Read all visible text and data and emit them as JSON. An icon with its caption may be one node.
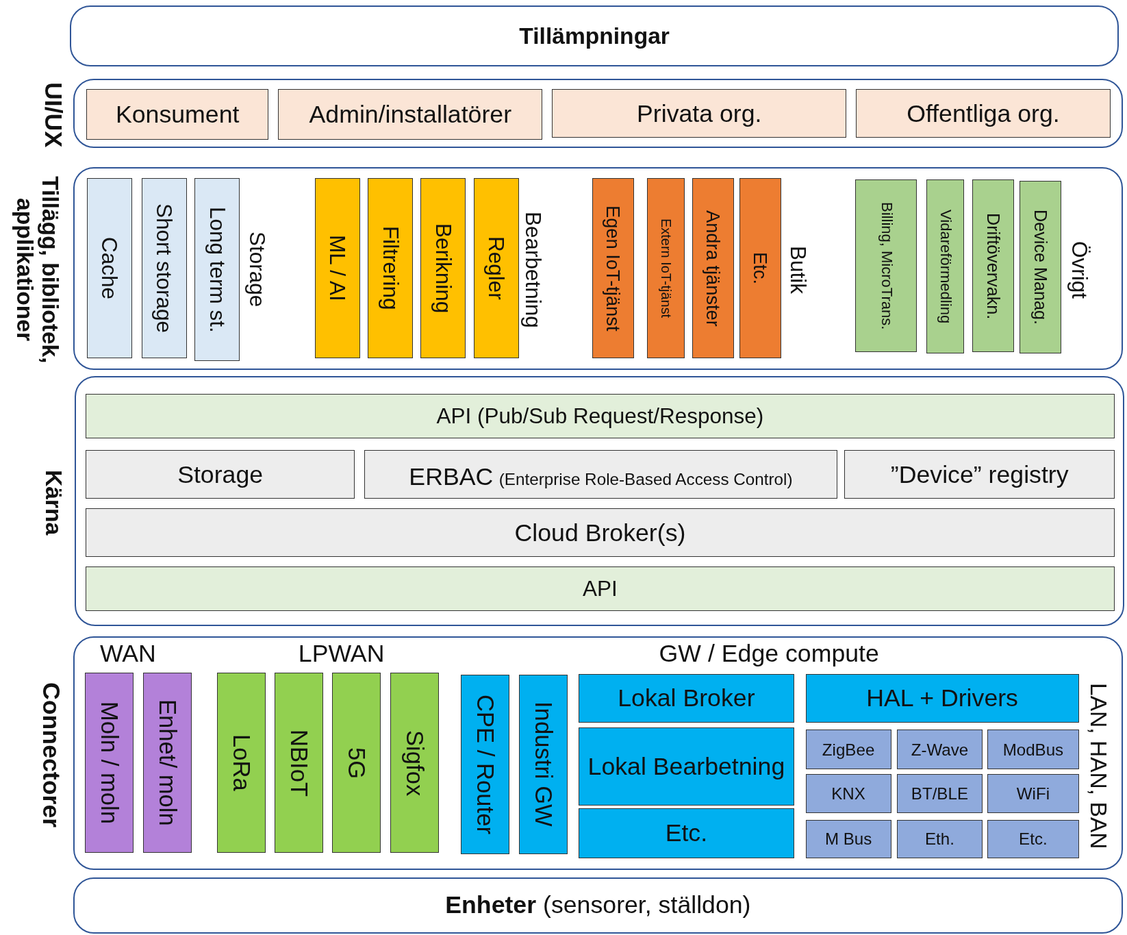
{
  "diagram": {
    "nodes": [
      {
        "text": [
          "Tillämpningar"
        ]
      },
      {
        "text": [
          "UI/UX"
        ]
      },
      {
        "text": [
          "Konsument"
        ],
        "in": 1
      },
      {
        "text": [
          "Admin/installatörer"
        ],
        "in": 1
      },
      {
        "text": [
          "Privata org."
        ],
        "in": 1
      },
      {
        "text": [
          "Offentliga org."
        ],
        "in": 1
      },
      {
        "text": [
          "Tillägg, bibliotek, applikationer"
        ]
      },
      {
        "text": [
          "Cache"
        ],
        "in": 6
      },
      {
        "text": [
          "Short storage"
        ],
        "in": 6
      },
      {
        "text": [
          "Long term st."
        ],
        "in": 6
      },
      {
        "text": [
          "ML / AI"
        ],
        "in": 6
      },
      {
        "text": [
          "Filtrering"
        ],
        "in": 6
      },
      {
        "text": [
          "Berikning"
        ],
        "in": 6
      },
      {
        "text": [
          "Regler"
        ],
        "in": 6
      },
      {
        "text": [
          "Egen IoT-tjänst"
        ],
        "in": 6
      },
      {
        "text": [
          "Extern IoT-tjänst"
        ],
        "in": 6
      },
      {
        "text": [
          "Andra tjänster"
        ],
        "in": 6
      },
      {
        "text": [
          "Etc."
        ],
        "in": 6
      },
      {
        "text": [
          "Billing, MicroTrans."
        ],
        "in": 6
      },
      {
        "text": [
          "Vidareförmedling"
        ],
        "in": 6
      },
      {
        "text": [
          "Driftövervakn."
        ],
        "in": 6
      },
      {
        "text": [
          "Device Manag."
        ],
        "in": 6
      },
      {
        "text": [
          "Kärna"
        ]
      },
      {
        "text": [
          "API (Pub/Sub Request/Response)"
        ],
        "in": 22
      },
      {
        "text": [
          "Storage"
        ],
        "in": 22
      },
      {
        "text": [
          "ERBAC",
          "(Enterprise Role-Based Access Control)"
        ],
        "in": 22
      },
      {
        "text": [
          "”Device” registry"
        ],
        "in": 22
      },
      {
        "text": [
          "Cloud Broker(s)"
        ],
        "in": 22
      },
      {
        "text": [
          "API"
        ],
        "in": 22
      },
      {
        "text": [
          "Connectorer"
        ]
      },
      {
        "text": [
          "Moln / moln"
        ],
        "in": 29
      },
      {
        "text": [
          "Enhet/ moln"
        ],
        "in": 29
      },
      {
        "text": [
          "LoRa"
        ],
        "in": 29
      },
      {
        "text": [
          "NBIoT"
        ],
        "in": 29
      },
      {
        "text": [
          "5G"
        ],
        "in": 29
      },
      {
        "text": [
          "Sigfox"
        ],
        "in": 29
      },
      {
        "text": [
          "CPE / Router"
        ],
        "in": 29
      },
      {
        "text": [
          "Industri GW"
        ],
        "in": 29
      },
      {
        "text": [
          "Lokal Broker"
        ],
        "in": 29
      },
      {
        "text": [
          "Lokal Bearbetning"
        ],
        "in": 29
      },
      {
        "text": [
          "Etc."
        ],
        "in": 29
      },
      {
        "text": [
          "HAL + Drivers"
        ],
        "in": 29
      },
      {
        "text": [
          "ZigBee"
        ],
        "in": 29
      },
      {
        "text": [
          "Z-Wave"
        ],
        "in": 29
      },
      {
        "text": [
          "ModBus"
        ],
        "in": 29
      },
      {
        "text": [
          "KNX"
        ],
        "in": 29
      },
      {
        "text": [
          "BT/BLE"
        ],
        "in": 29
      },
      {
        "text": [
          "WiFi"
        ],
        "in": 29
      },
      {
        "text": [
          "M Bus"
        ],
        "in": 29
      },
      {
        "text": [
          "Eth."
        ],
        "in": 29
      },
      {
        "text": [
          "Etc."
        ],
        "in": 29
      },
      {
        "text": [
          "**Enheter** (sensorer, ställdon)"
        ]
      }
    ],
    "labels": [
      "Storage",
      "Bearbetning",
      "Butik",
      "Övrigt",
      "WAN",
      "LPWAN",
      "GW / Edge compute",
      "LAN, HAN, BAN"
    ]
  }
}
